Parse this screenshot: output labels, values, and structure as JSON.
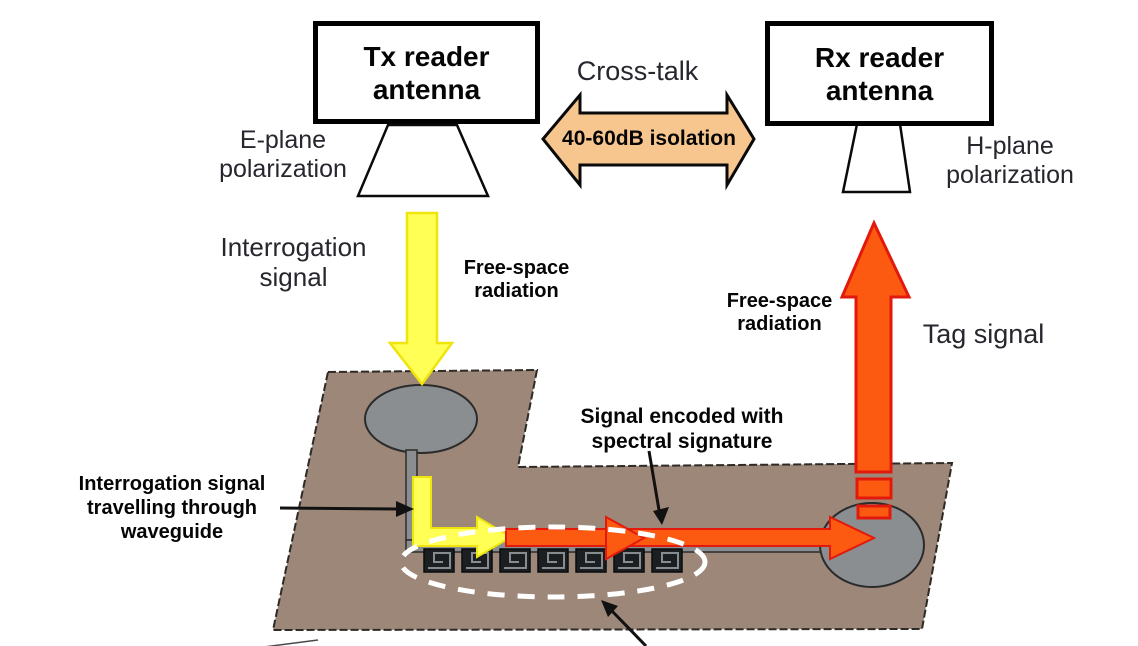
{
  "antennas": {
    "tx_label": "Tx reader\nantenna",
    "rx_label": "Rx reader\nantenna"
  },
  "crosstalk": {
    "label": "Cross-talk",
    "isolation": "40-60dB isolation"
  },
  "polarization": {
    "left": "E-plane\npolarization",
    "right": "H-plane\npolarization"
  },
  "signals": {
    "interrogation": "Interrogation\nsignal",
    "free_space_left": "Free-space\nradiation",
    "free_space_right": "Free-space\nradiation",
    "tag": "Tag signal"
  },
  "annotations": {
    "waveguide": "Interrogation signal\ntravelling through\nwaveguide",
    "encoded": "Signal encoded with\nspectral signature"
  },
  "colors": {
    "substrate": "#9c8779",
    "patch_gray": "#8b8e90",
    "yellow_arrow_fill": "#ffff55",
    "yellow_arrow_stroke": "#efe40c",
    "orange_arrow_fill": "#fb5a10",
    "orange_arrow_stroke": "#e2190b",
    "crosstalk_arrow_fill": "#f7c68f",
    "resonator_dark": "#1b1f22",
    "highlight_dash": "#ffffff"
  }
}
